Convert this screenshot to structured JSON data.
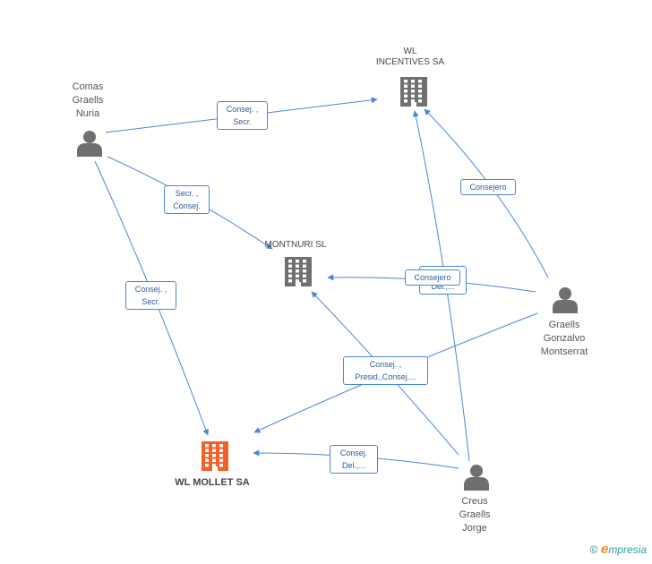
{
  "colors": {
    "edge": "#4a86d8",
    "company": "#707070",
    "main_company": "#f0622a",
    "person": "#6f6f6f"
  },
  "nodes": {
    "wl_incentives": {
      "label": "WL\nINCENTIVES SA",
      "icon": "building-icon"
    },
    "montnuri": {
      "label": "MONTNURI SL",
      "icon": "building-icon"
    },
    "wl_mollet": {
      "label": "WL MOLLET SA",
      "icon": "building-icon"
    },
    "comas": {
      "label": "Comas\nGraells\nNuria",
      "icon": "person-icon"
    },
    "graells": {
      "label": "Graells\nGonzalvo\nMontserrat",
      "icon": "person-icon"
    },
    "creus": {
      "label": "Creus\nGraells\nJorge",
      "icon": "person-icon"
    }
  },
  "edges": [
    {
      "from": "comas",
      "to": "wl_incentives",
      "label": "Consej. ,\nSecr."
    },
    {
      "from": "comas",
      "to": "montnuri",
      "label": "Secr. ,\nConsej."
    },
    {
      "from": "comas",
      "to": "wl_mollet",
      "label": "Consej. ,\nSecr."
    },
    {
      "from": "graells",
      "to": "wl_incentives",
      "label": "Consejero"
    },
    {
      "from": "graells",
      "to": "montnuri",
      "label": "Consejero"
    },
    {
      "from": "graells",
      "to": "wl_mollet",
      "label": "Consej. ,\nPresid.,Consej...."
    },
    {
      "from": "creus",
      "to": "wl_incentives",
      "label": "Consej.\nDel.,..."
    },
    {
      "from": "creus",
      "to": "wl_mollet",
      "label": "Consej.\nDel.,..."
    },
    {
      "from": "creus",
      "to": "montnuri",
      "label": ""
    }
  ],
  "watermark": {
    "copyright": "©",
    "brand_initial": "e",
    "brand_rest": "mpresia"
  }
}
